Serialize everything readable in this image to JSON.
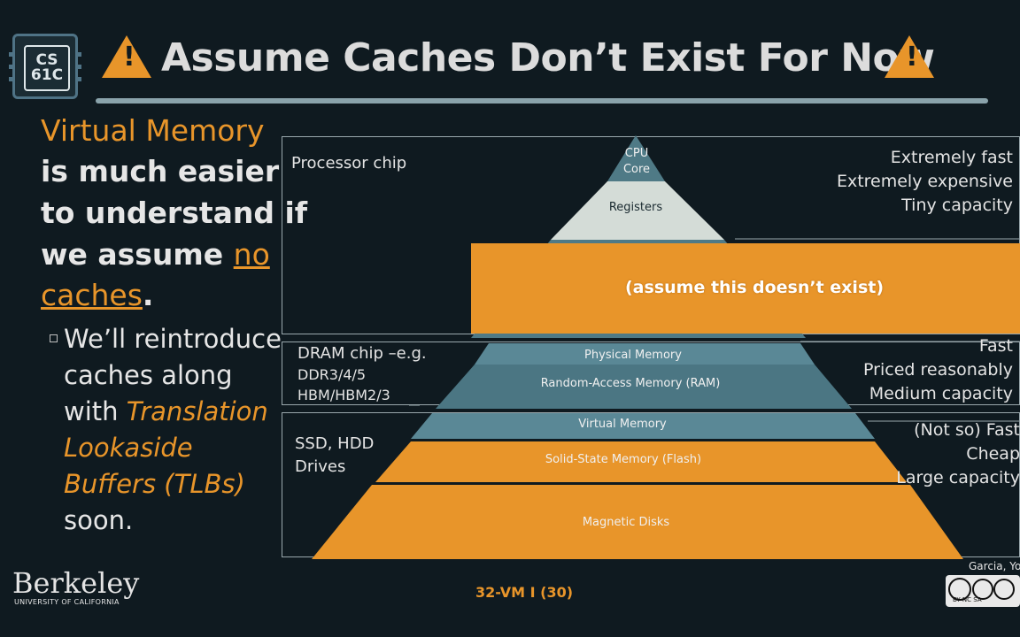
{
  "logo": {
    "line1": "CS",
    "line2": "61C"
  },
  "title": "Assume Caches Don’t Exist For Now",
  "left_text": {
    "line1": "Virtual Memory",
    "line2": "is much easier",
    "line3": "to understand if",
    "line4_a": "we assume ",
    "line4_b": "no",
    "line5_a": "caches",
    "line5_b": ".",
    "bullet1": "We’ll reintroduce",
    "bullet2": "caches along",
    "bullet3_a": "with ",
    "bullet3_b": "Translation",
    "bullet4": "Lookaside",
    "bullet5": "Buffers (TLBs)",
    "bullet6": "soon."
  },
  "diagram": {
    "processor_label": "Processor chip",
    "dram_label": "DRAM chip –e.g.",
    "dram_sub1": "DDR3/4/5",
    "dram_sub2": "HBM/HBM2/3",
    "ssd_label": "SSD, HDD",
    "ssd_label2": "Drives",
    "tiers": {
      "cpu1": "CPU",
      "cpu2": "Core",
      "registers": "Registers",
      "physical": "Physical Memory",
      "ram": "Random-Access Memory (RAM)",
      "virtual": "Virtual Memory",
      "ssd": "Solid-State Memory (Flash)",
      "magnetic": "Magnetic Disks"
    },
    "cache_note": "(assume this doesn’t exist)",
    "right_top": [
      "Extremely fast",
      "Extremely expensive",
      "Tiny capacity"
    ],
    "right_mid": [
      "Fast",
      "Priced reasonably",
      "Medium capacity"
    ],
    "right_bot": [
      "(Not so) Fast",
      "Cheap",
      "Large capacity"
    ]
  },
  "footer": {
    "berkeley": "Berkeley",
    "berkeley_sub": "UNIVERSITY OF CALIFORNIA",
    "page": "32-VM I (30)",
    "credit": "Garcia, Yo",
    "cc_labels": "BY  NC  SA"
  },
  "colors": {
    "accent": "#e8952a",
    "background": "#0f1a20",
    "teal": "#4f7a86"
  }
}
